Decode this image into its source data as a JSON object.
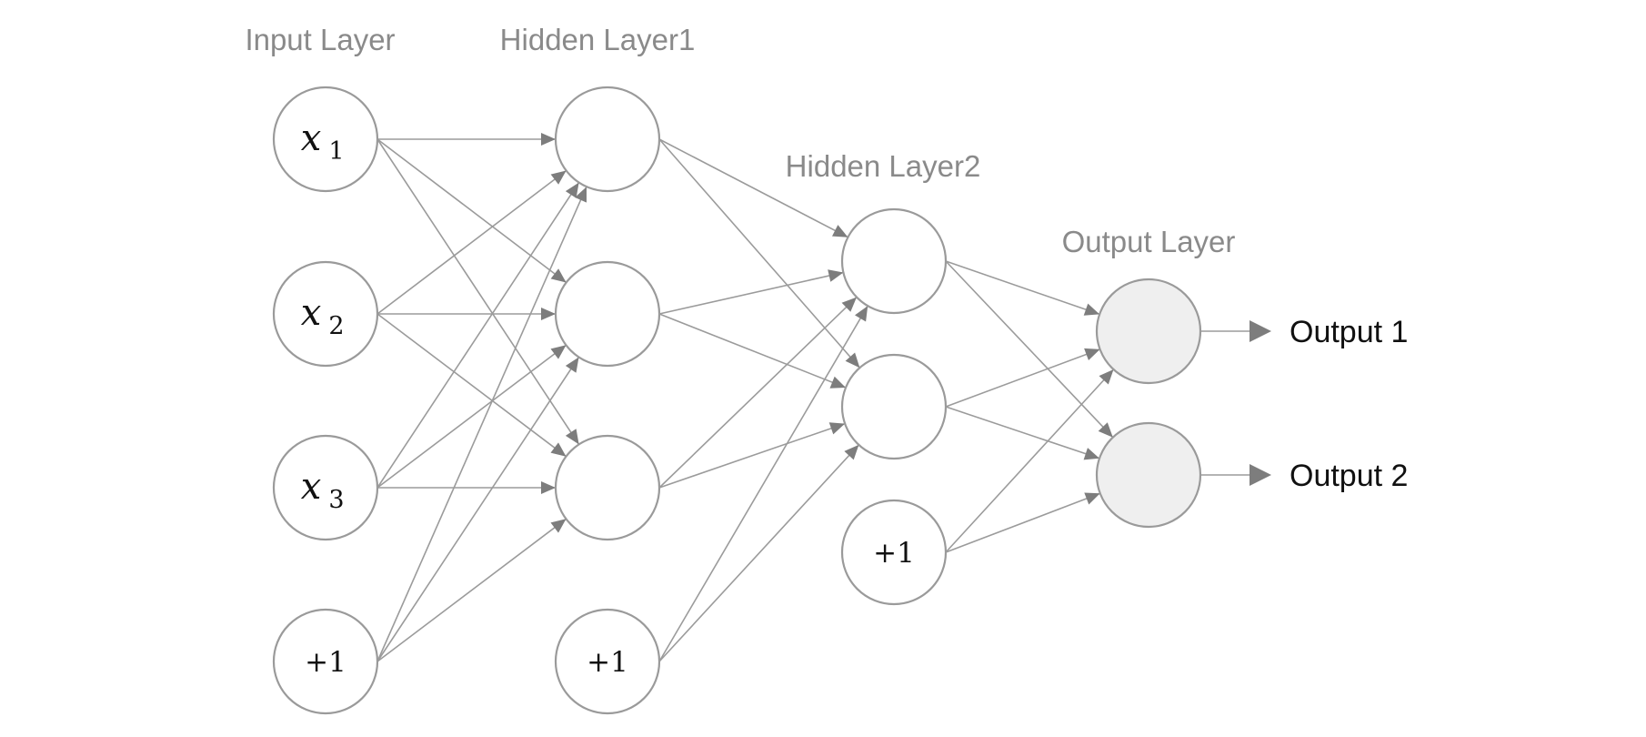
{
  "layers": [
    {
      "title": "Input Layer",
      "nodes": [
        {
          "var": "x",
          "sub": "1"
        },
        {
          "var": "x",
          "sub": "2"
        },
        {
          "var": "x",
          "sub": "3"
        },
        {
          "bias": "+1"
        }
      ]
    },
    {
      "title": "Hidden Layer1",
      "nodes": [
        {},
        {},
        {},
        {
          "bias": "+1"
        }
      ]
    },
    {
      "title": "Hidden Layer2",
      "nodes": [
        {},
        {},
        {
          "bias": "+1"
        }
      ]
    },
    {
      "title": "Output Layer",
      "nodes": [
        {
          "output": "Output 1"
        },
        {
          "output": "Output 2"
        }
      ]
    }
  ],
  "colors": {
    "edge": "#9b9b9b",
    "arrow": "#7d7d7d",
    "node_stroke": "#9a9a9a",
    "output_fill": "#efefef",
    "title": "#8a8a8a"
  }
}
